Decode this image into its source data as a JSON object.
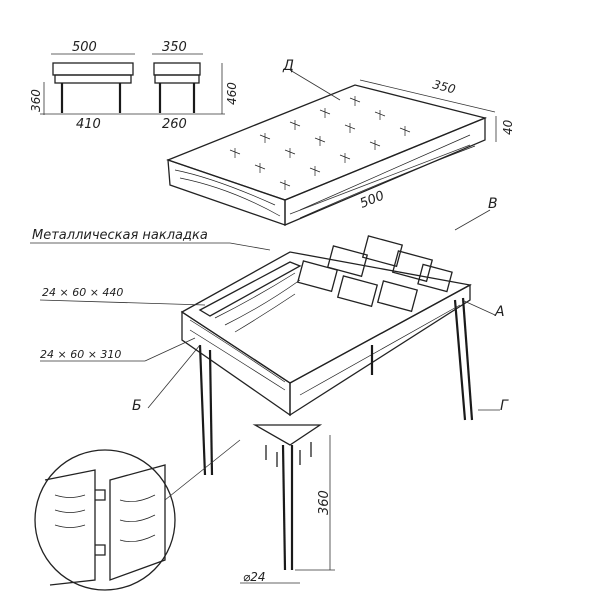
{
  "title_views": {
    "front": {
      "width": "500",
      "leg_height": "360",
      "leg_span": "410"
    },
    "side": {
      "width": "350",
      "height": "460",
      "leg_span": "260"
    }
  },
  "cushion": {
    "label": "Д",
    "depth": "350",
    "thickness": "40",
    "length": "500"
  },
  "labels": {
    "metal_plate": "Металлическая накладка",
    "plate_letter": "В",
    "long_rail": "24 × 60 × 440",
    "rail_letter": "А",
    "short_rail": "24 × 60 × 310",
    "short_letter": "Б",
    "leg_letter": "Г"
  },
  "leg_detail": {
    "height": "360",
    "diameter": "⌀24"
  }
}
